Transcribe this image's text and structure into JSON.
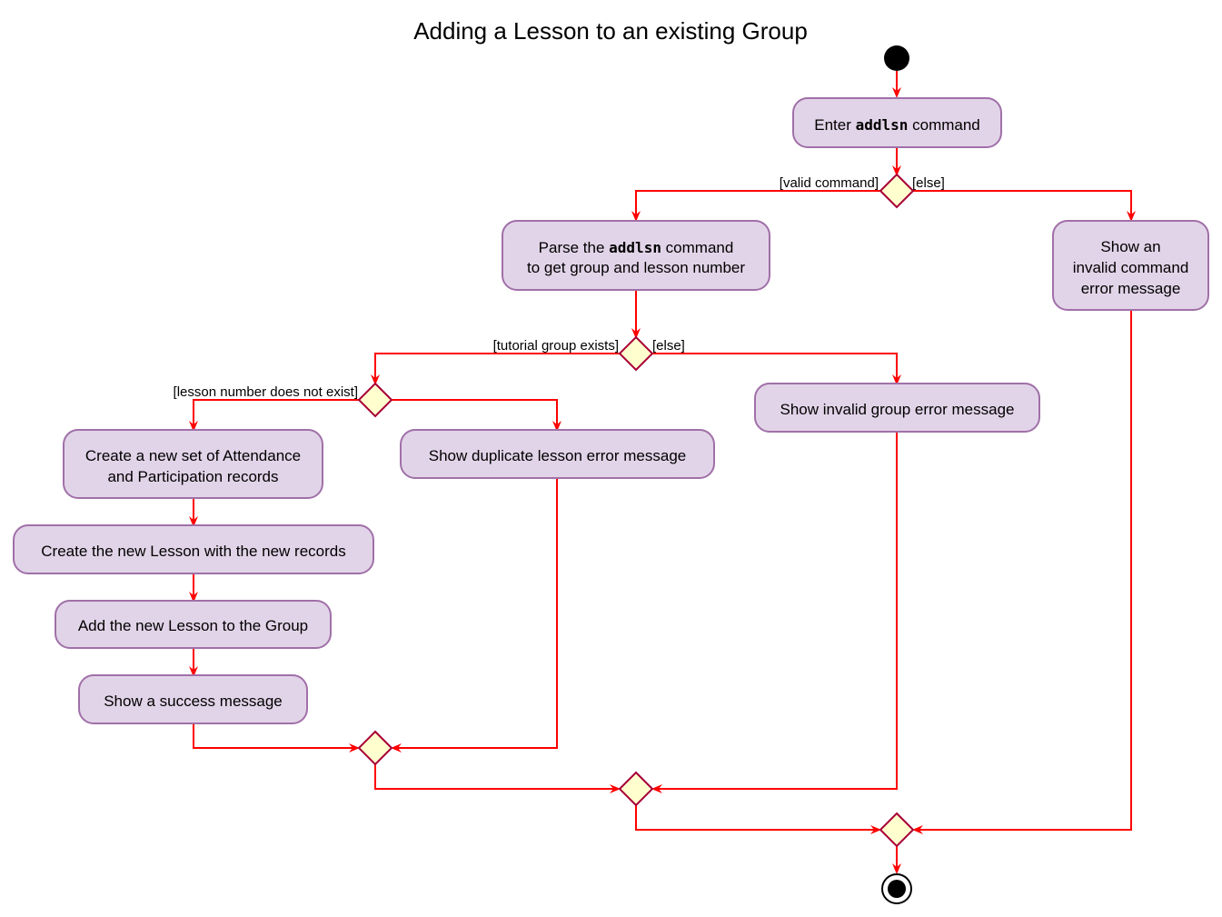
{
  "title": "Adding a Lesson to an existing Group",
  "nodes": {
    "enter": {
      "line1": {
        "pre": "Enter ",
        "code": "addlsn",
        "post": " command"
      }
    },
    "parse": {
      "line1": {
        "pre": "Parse the ",
        "code": "addlsn",
        "post": " command"
      },
      "line2": "to get group and lesson number"
    },
    "invalid_command": {
      "lines": [
        "Show an",
        "invalid command",
        "error message"
      ]
    },
    "invalid_group": {
      "line1": "Show invalid group error message"
    },
    "duplicate": {
      "line1": "Show duplicate lesson error message"
    },
    "create_records": {
      "lines": [
        "Create a new set of Attendance",
        "and Participation records"
      ]
    },
    "create_lesson": {
      "line1": "Create the new Lesson with the new records"
    },
    "add_lesson": {
      "line1": "Add the new Lesson to the Group"
    },
    "success": {
      "line1": "Show a success message"
    }
  },
  "guards": {
    "valid_command": "[valid command]",
    "else1": "[else]",
    "group_exists": "[tutorial group exists]",
    "else2": "[else]",
    "lesson_not_exist": "[lesson number does not exist]"
  },
  "colors": {
    "activity_fill": "#e2d4e8",
    "activity_border": "#a070a8",
    "decision_fill": "#fefece",
    "decision_border": "#a80036",
    "flow": "#ff0000"
  }
}
